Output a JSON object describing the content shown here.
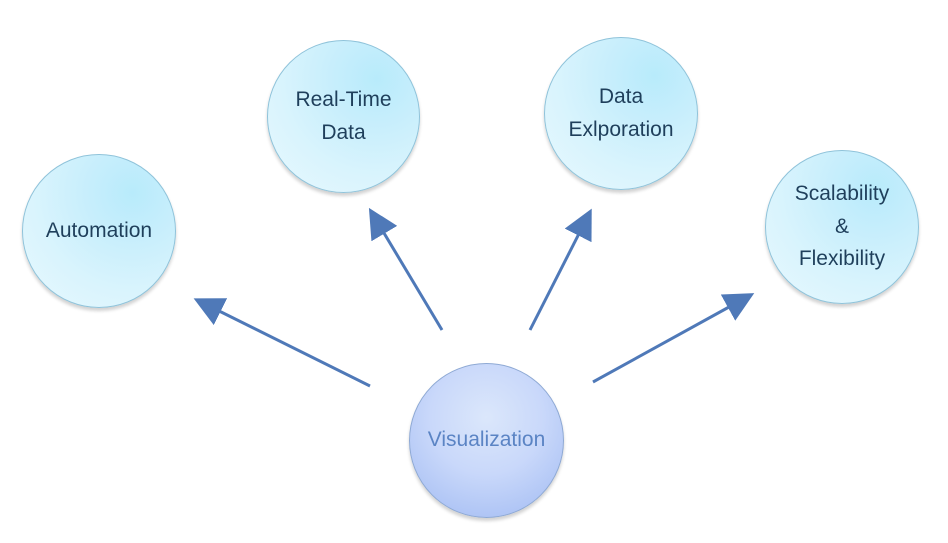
{
  "diagram": {
    "center": {
      "label": "Visualization"
    },
    "nodes": [
      {
        "key": "automation",
        "label": "Automation"
      },
      {
        "key": "realtime",
        "label": "Real-Time\nData"
      },
      {
        "key": "data",
        "label": "Data\nExlporation"
      },
      {
        "key": "scalability",
        "label": "Scalability\n&\nFlexibility"
      }
    ],
    "colors": {
      "arrow": "#4f79b8",
      "node_fill": "#ccf0fc",
      "node_border": "#8fc3da",
      "center_fill": "#a9c1f5",
      "text": "#1f3f5b",
      "center_text": "#5b84c4"
    }
  }
}
